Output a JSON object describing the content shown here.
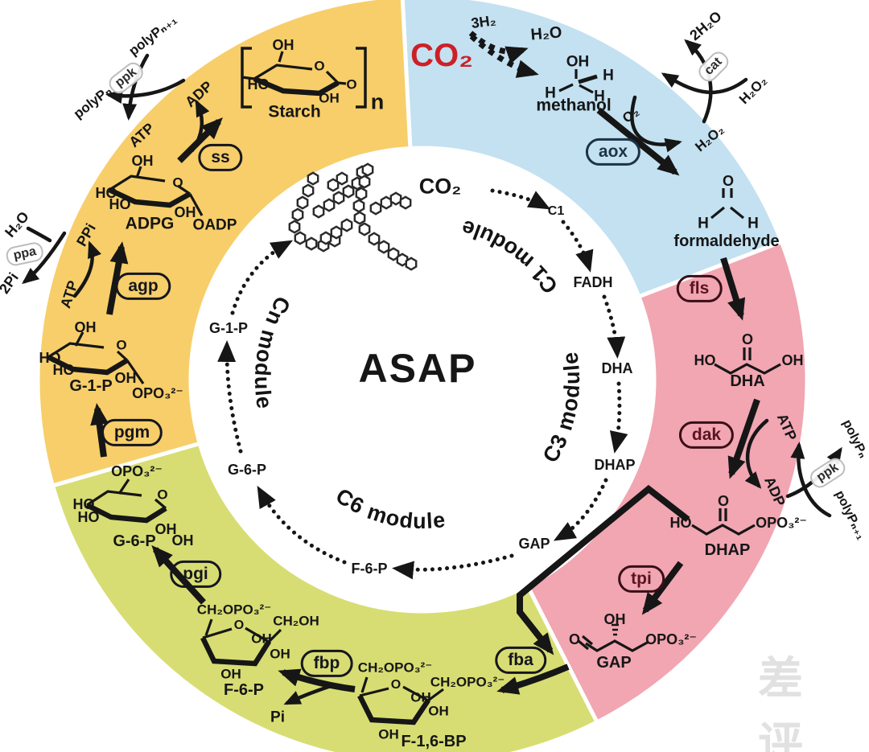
{
  "title": "ASAP",
  "watermark": "差评",
  "atoms": {
    "oh": "OH",
    "ho": "HO",
    "o": "O",
    "h": "H",
    "n": "n",
    "opo3": "OPO₃²⁻",
    "ch2opo3": "CH₂OPO₃²⁻",
    "ch2oh": "CH₂OH"
  },
  "cofactors": {
    "atp": "ATP",
    "adp": "ADP",
    "ppi": "PPi",
    "pi": "Pi",
    "pi2": "2Pi",
    "h2o": "H₂O",
    "h2o2": "H₂O₂",
    "h2o_2": "2H₂O",
    "h2_3": "3H₂",
    "o2": "O₂",
    "co2": "CO₂",
    "polyp_n": "polyPₙ",
    "polyp_n1": "polyPₙ₊₁"
  },
  "enzymes": {
    "ss": "ss",
    "agp": "agp",
    "pgm": "pgm",
    "pgi": "pgi",
    "fbp": "fbp",
    "fba": "fba",
    "tpi": "tpi",
    "dak": "dak",
    "fls": "fls",
    "aox": "aox",
    "cat": "cat",
    "ppk": "ppk",
    "ppa": "ppa"
  },
  "metabolites": {
    "starch": "Starch",
    "adpg": "ADPG",
    "oadp": "OADP",
    "g1p": "G-1-P",
    "g6p": "G-6-P",
    "f6p": "F-6-P",
    "f16bp": "F-1,6-BP",
    "gap": "GAP",
    "dhap": "DHAP",
    "dha": "DHA",
    "methanol": "methanol",
    "formaldehyde": "formaldehyde",
    "c1": "C1",
    "fadh": "FADH",
    "co2": "CO₂"
  },
  "modules": {
    "c1": "C1 module",
    "c3": "C3 module",
    "c6": "C6 module",
    "cn": "Cn module"
  },
  "colors": {
    "yellow": "#F7CE69",
    "blue": "#C3E1F1",
    "pink": "#F1A6B2",
    "green": "#D7DD72",
    "red": "#CD2026",
    "ink": "#161616"
  }
}
